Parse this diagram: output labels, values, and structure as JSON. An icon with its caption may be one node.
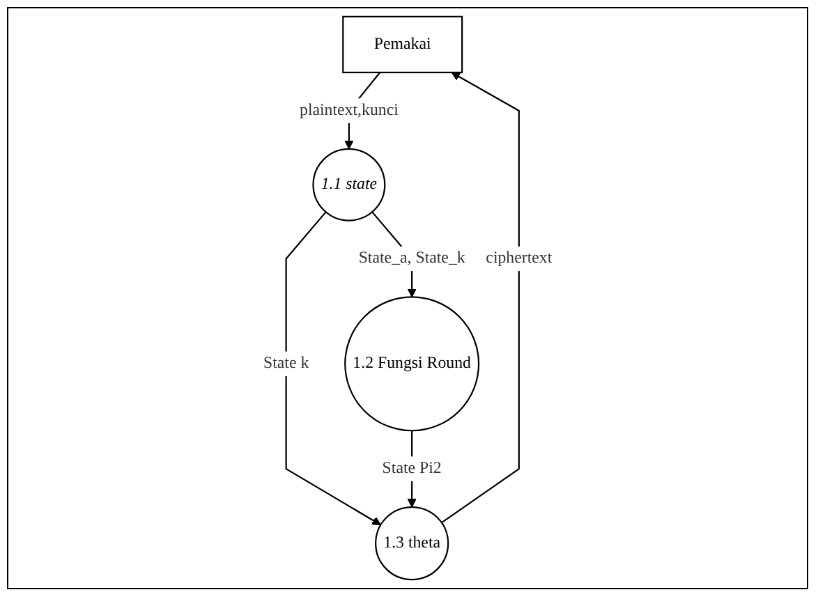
{
  "diagram": {
    "nodes": [
      {
        "text": [
          "Pemakai"
        ]
      },
      {
        "text": [
          "1.1 state"
        ]
      },
      {
        "text": [
          "1.2 Fungsi Round"
        ]
      },
      {
        "text": [
          "1.3 theta"
        ]
      }
    ],
    "edges": [
      {
        "from": 0,
        "to": 1,
        "arrow": "to",
        "label": "plaintext,kunci"
      },
      {
        "from": 1,
        "to": 2,
        "arrow": "to",
        "label": "State_a, State_k"
      },
      {
        "from": 1,
        "to": 3,
        "arrow": "to",
        "label": "State k"
      },
      {
        "from": 2,
        "to": 3,
        "arrow": "to",
        "label": "State Pi2"
      },
      {
        "from": 3,
        "to": 0,
        "arrow": "to",
        "label": "ciphertext"
      }
    ]
  }
}
